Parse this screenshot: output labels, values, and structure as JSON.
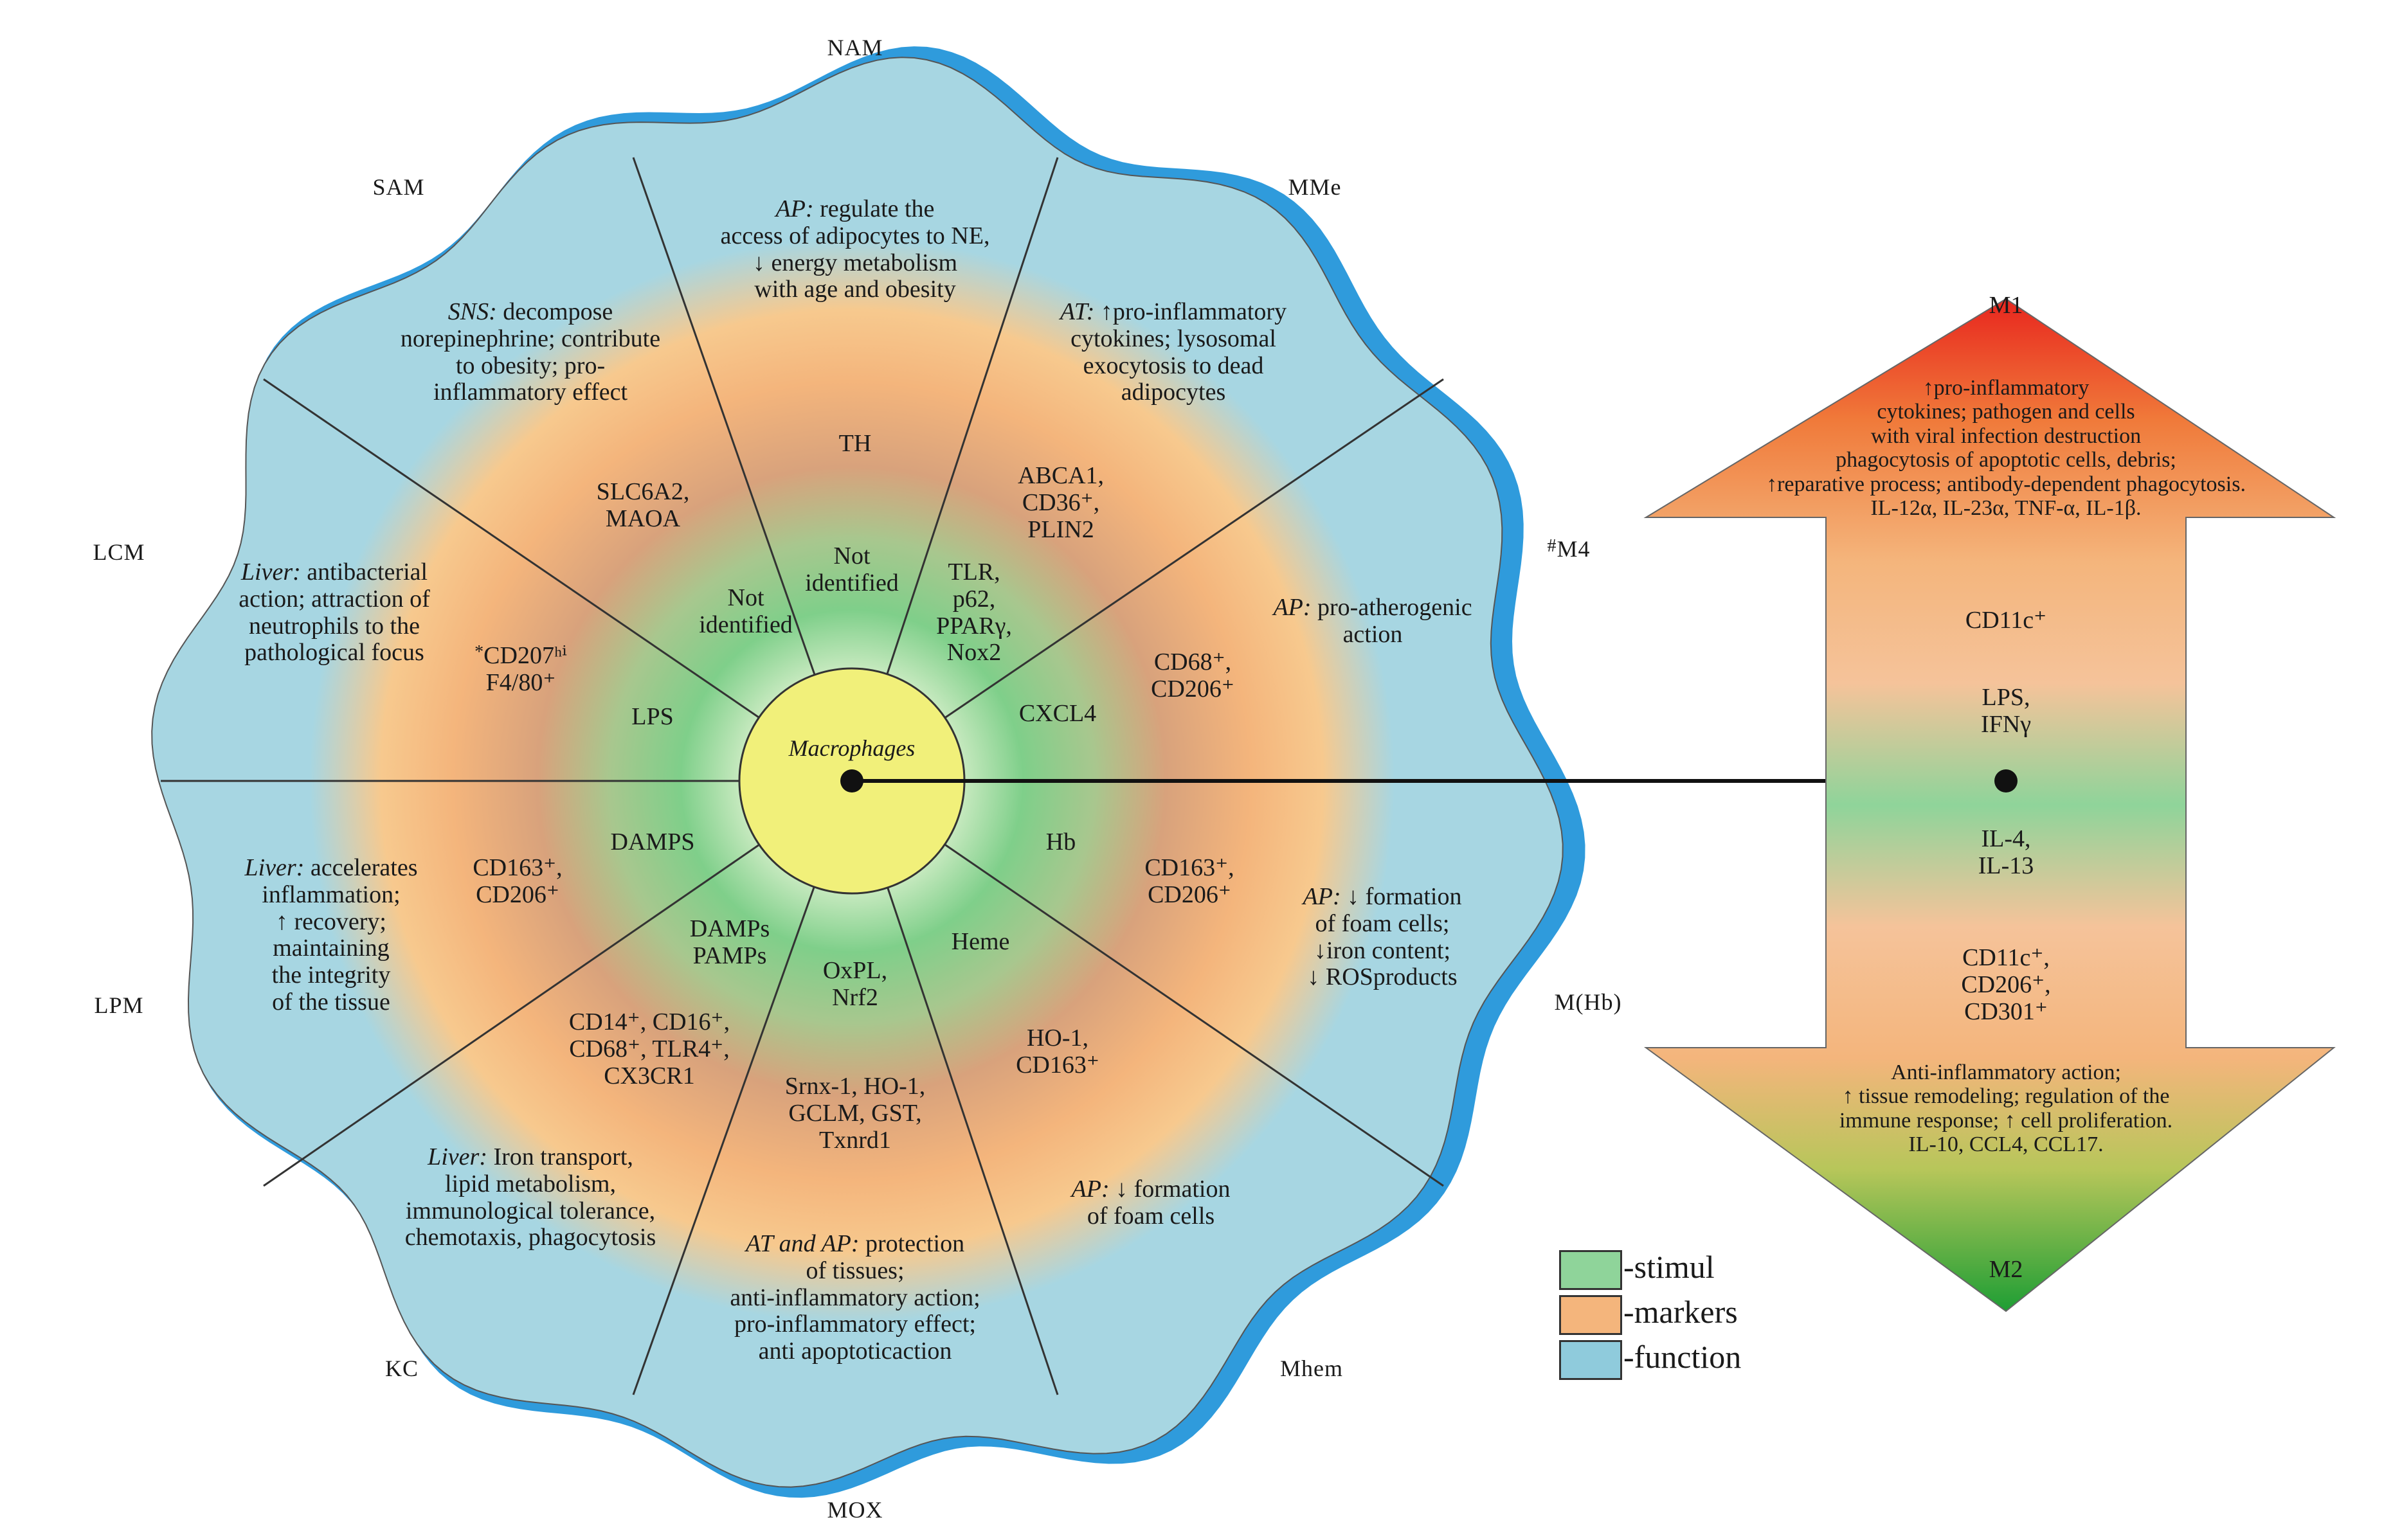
{
  "center": "Macrophages",
  "outer_labels": {
    "nam": "NAM",
    "mme": "MMe",
    "m4": "M4",
    "m4_mark": "#",
    "mhb": "M(Hb)",
    "mhem": "Mhem",
    "mox": "MOX",
    "kc": "KC",
    "lpm": "LPM",
    "lcm": "LCM",
    "sam": "SAM"
  },
  "segments": {
    "nam": {
      "func_prefix": "AP:",
      "func": " regulate the\naccess of adipocytes to NE,\n↓ energy metabolism\nwith age and obesity",
      "marker": "TH",
      "stim": "Not\nidentified"
    },
    "mme": {
      "func_prefix": "AT:",
      "func": " ↑pro-inflammatory\ncytokines; lysosomal\nexocytosis to dead\nadipocytes",
      "marker": "ABCA1,\nCD36⁺,\nPLIN2",
      "stim": "TLR,\np62,\nPPARγ,\nNox2"
    },
    "m4": {
      "func_prefix": "AP:",
      "func": " pro-atherogenic\naction",
      "marker": "CD68⁺,\nCD206⁺",
      "stim": "CXCL4"
    },
    "mhb": {
      "func_prefix": "AP:",
      "func": " ↓ formation\nof foam cells;\n↓iron content;\n↓ ROSproducts",
      "marker": "CD163⁺,\nCD206⁺",
      "stim": "Hb"
    },
    "mhem": {
      "func_prefix": "AP:",
      "func": " ↓ formation\nof foam cells",
      "marker": "HO-1,\nCD163⁺",
      "stim": "Heme"
    },
    "mox": {
      "func_prefix": "AT and AP:",
      "func": " protection\nof tissues;\nanti-inflammatory action;\npro-inflammatory effect;\nanti apoptoticaction",
      "marker": "Srnx-1, HO-1,\nGCLM, GST,\nTxnrd1",
      "stim": "OxPL,\nNrf2"
    },
    "kc": {
      "func_prefix": "Liver:",
      "func": " Iron transport,\nlipid metabolism,\nimmunological tolerance,\nchemotaxis, phagocytosis",
      "marker": "CD14⁺, CD16⁺,\nCD68⁺, TLR4⁺,\nCX3CR1",
      "stim": "DAMPs\nPAMPs"
    },
    "lpm": {
      "func_prefix": "Liver:",
      "func": " accelerates\ninflammation;\n↑ recovery;\nmaintaining\nthe integrity\nof the tissue",
      "marker": "CD163⁺,\nCD206⁺",
      "stim": "DAMPS"
    },
    "lcm": {
      "func_prefix": "Liver:",
      "func": " antibacterial\naction; attraction of\nneutrophils to the\npathological focus",
      "marker_mark": "*",
      "marker": "CD207ʰⁱ\nF4/80⁺",
      "stim": "LPS"
    },
    "sam": {
      "func_prefix": "SNS:",
      "func": " decompose\nnorepinephrine; contribute\nto obesity; pro-\ninflammatory effect",
      "marker": "SLC6A2,\nMAOA",
      "stim": "Not\nidentified"
    }
  },
  "arrow": {
    "top_label": "M1",
    "m1_text": "↑pro-inflammatory\ncytokines; pathogen and cells\nwith viral infection destruction\nphagocytosis of apoptotic cells, debris;\n↑reparative process; antibody-dependent phagocytosis.\nIL-12α, IL-23α, TNF-α, IL-1β.",
    "m1_marker": "CD11c⁺",
    "m1_stim": "LPS,\nIFNγ",
    "m2_stim": "IL-4,\nIL-13",
    "m2_marker": "CD11c⁺,\nCD206⁺,\nCD301⁺",
    "m2_text": "Anti-inflammatory action;\n↑ tissue remodeling; regulation of the\nimmune response; ↑ cell proliferation.\nIL-10, CCL4, CCL17.",
    "bottom_label": "M2"
  },
  "legend": [
    {
      "label": "-stimul",
      "color": "#8fd49a"
    },
    {
      "label": "-markers",
      "color": "#f4b57c"
    },
    {
      "label": "-function",
      "color": "#8fcbdc"
    }
  ],
  "colors": {
    "function_ring": "#a7d6e2",
    "function_edge": "#2f9bdc",
    "marker_ring": "#f4b57c",
    "stim_ring": "#7fcf8a",
    "hub": "#f1f07a",
    "m1": "#e8261e",
    "m2": "#1e9e34"
  }
}
